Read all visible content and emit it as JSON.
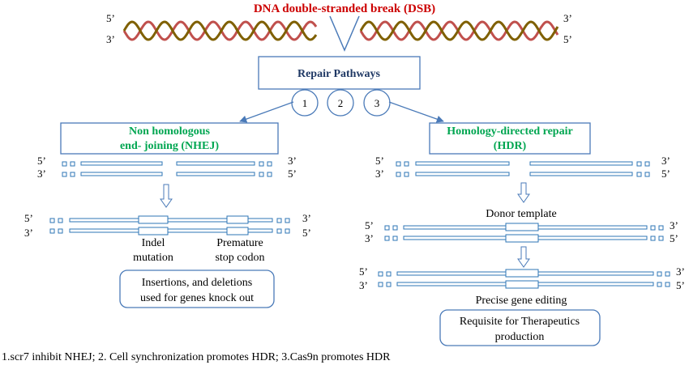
{
  "title": "DNA double-stranded break (DSB)",
  "strand_labels": {
    "five": "5’",
    "three": "3’"
  },
  "repair_box": "Repair Pathways",
  "pathway_numbers": [
    "1",
    "2",
    "3"
  ],
  "nhej": {
    "title_line1": "Non homologous",
    "title_line2": "end- joining (NHEJ)",
    "label_indel_1": "Indel",
    "label_indel_2": "mutation",
    "label_stop_1": "Premature",
    "label_stop_2": "stop codon",
    "result_line1": "Insertions, and deletions",
    "result_line2": "used for genes knock out"
  },
  "hdr": {
    "title_line1": "Homology-directed repair",
    "title_line2": "(HDR)",
    "donor_label": "Donor template",
    "edit_label": "Precise gene editing",
    "result_line1": "Requisite for Therapeutics",
    "result_line2": "production"
  },
  "footnote": "1.scr7 inhibit NHEJ; 2. Cell synchronization promotes HDR; 3.Cas9n promotes HDR",
  "colors": {
    "title_red": "#cc0000",
    "title_green": "#00a651",
    "box_blue": "#2e75b6",
    "dark_text": "#1f3864",
    "strand_red": "#c0504d",
    "strand_brown": "#7f6000"
  }
}
